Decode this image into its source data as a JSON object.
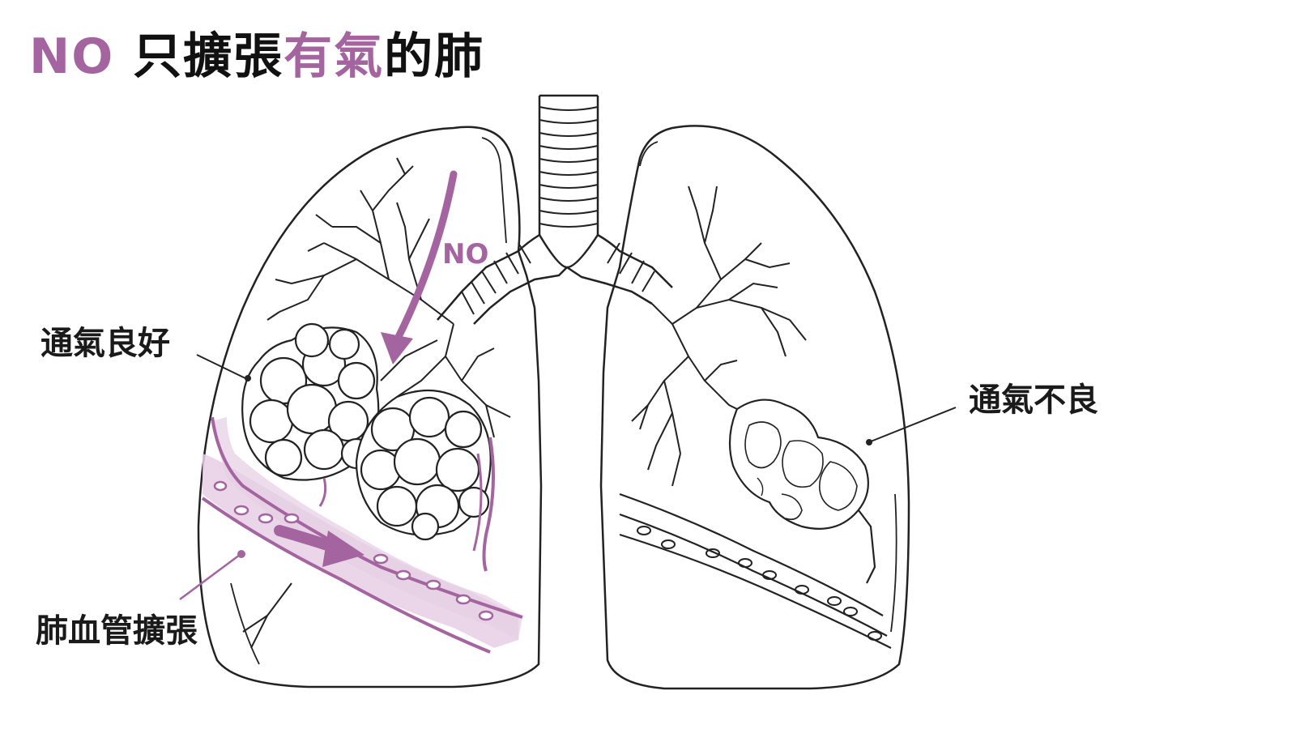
{
  "title": {
    "part1": "NO",
    "part2": " 只擴張",
    "part3": "有氣",
    "part4": "的肺"
  },
  "labels": {
    "well_ventilated": "通氣良好",
    "poorly_ventilated": "通氣不良",
    "vasodilation": "肺血管擴張",
    "no_arrow": "NO"
  },
  "colors": {
    "accent": "#a4649f",
    "vessel_fill": "#ecdcec",
    "outline": "#222222"
  }
}
